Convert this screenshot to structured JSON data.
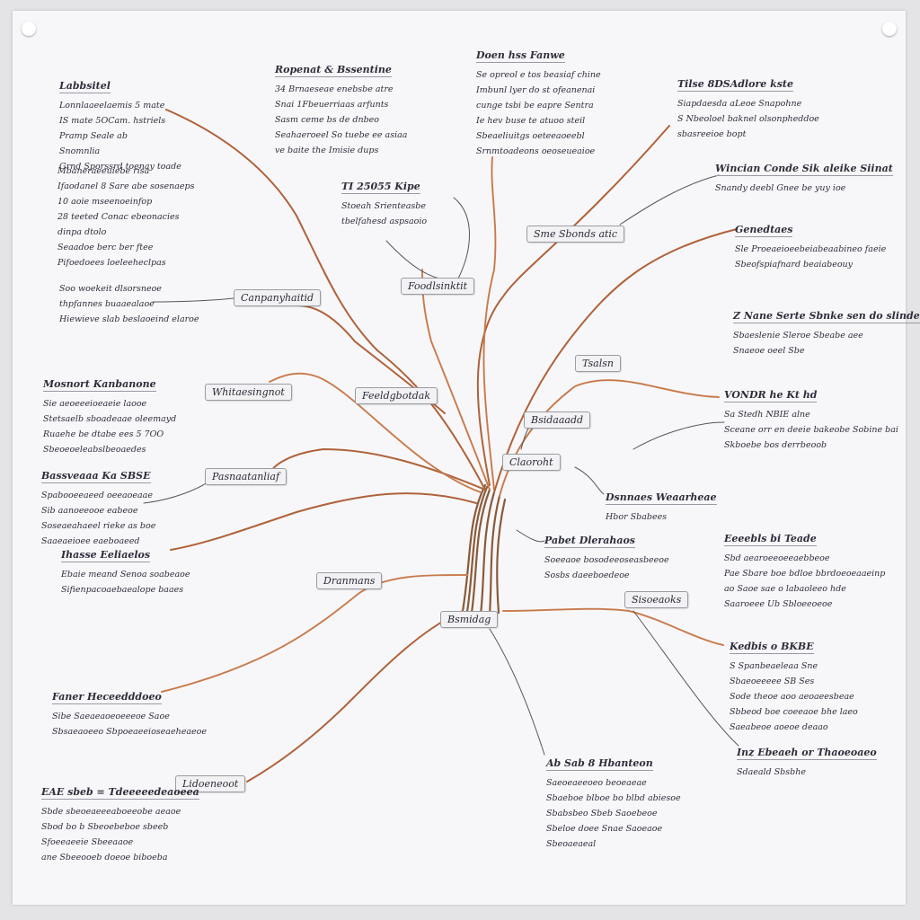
{
  "colors": {
    "branch_main": "#b0623a",
    "branch_light": "#d48a5c",
    "trunk": "#8a5a3a",
    "connector": "#55555f",
    "label_border": "#9b9ba4",
    "ink": "#2e2e3c"
  },
  "center": {
    "label": "Bsmidag"
  },
  "label_boxes": [
    {
      "id": "upper-mid",
      "text": "Foodlsinktit"
    },
    {
      "id": "top-right",
      "text": "Sme Sbonds atic"
    },
    {
      "id": "upper-left",
      "text": "Canpanyhaitid"
    },
    {
      "id": "mid-center",
      "text": "Feeldgbotdak"
    },
    {
      "id": "mid-left",
      "text": "Whitaesingnot"
    },
    {
      "id": "right-1",
      "text": "Tsalsn"
    },
    {
      "id": "right-2",
      "text": "Bsidaaadd"
    },
    {
      "id": "right-3",
      "text": "Claoroht"
    },
    {
      "id": "left-1",
      "text": "Pasnaatanliaf"
    },
    {
      "id": "left-2",
      "text": "Dranmans"
    },
    {
      "id": "low-left",
      "text": "Lidoeneoot"
    },
    {
      "id": "low-right",
      "text": "Sisoeaoks"
    }
  ],
  "notes": [
    {
      "id": "n-top-left",
      "title": "Labbsitel",
      "lines": [
        "Lonnlaaeelaemis 5 mate",
        "IS mate 5OCam. hstriels",
        "Pramp Seale ab",
        "Snomnlia",
        "Grnd Sporssrd toenay toade"
      ]
    },
    {
      "id": "n-left-2",
      "title": "",
      "lines": [
        "Mbaneraeeuiebe risa",
        "Ifaodanel 8 Sare abe sosenaeps",
        "10 aoie mseenoeinfop",
        "28 teeted Conac ebeonacies",
        "dinpa dtolo",
        "Seaadoe berc ber ftee",
        "Pifoedoees loeleeheclpas"
      ]
    },
    {
      "id": "n-left-3",
      "title": "",
      "lines": [
        "Soo woekeit dlsorsneoe",
        "thpfannes buaaealaoe",
        "Hiewieve slab beslaoeind elaroe"
      ]
    },
    {
      "id": "n-top-2",
      "title": "Ropenat & Bssentine",
      "lines": [
        "34 Brnaeseae enebsbe atre",
        "Snai 1Fbeuerriaas arfunts",
        "Sasm ceme bs de dnbeo",
        "Seahaeroeel So tuebe ee asiaa",
        "ve baite the Imisie dups"
      ]
    },
    {
      "id": "n-top-mid",
      "title": "TI 25055 Kipe",
      "lines": [
        "Stoeah Srienteasbe",
        "tbelfahesd aspsaoio"
      ]
    },
    {
      "id": "n-top-3",
      "title": "Doen hss Fanwe",
      "lines": [
        "Se opreol e tos beasiaf chine",
        "Imbunl lyer do st ofeanenai",
        "cunge tsbi be eapre Sentra",
        "Ie hev buse te atuoo steil",
        "Sbeaeliuitgs oeteeaoeebl",
        "Srnmtoadeons oeoseueaioe"
      ]
    },
    {
      "id": "n-top-right",
      "title": "Tilse 8DSAdlore kste",
      "lines": [
        "Siapdaesda aLeoe Snapohne",
        "S Nbeoloel baknel olsonpheddoe",
        "sbasreeioe bopt"
      ]
    },
    {
      "id": "n-right-1",
      "title": "Wincian Conde Sik aleike Siinat",
      "lines": [
        "Snandy deebl Gnee be yuy ioe"
      ]
    },
    {
      "id": "n-right-2",
      "title": "Genedtaes",
      "lines": [
        "Sle Proeaeioeebeiabeaabineo faeie",
        "Sbeofspiafnard beaiabeouy"
      ]
    },
    {
      "id": "n-right-3",
      "title": "Z Nane Serte Sbnke sen do slinde",
      "lines": [
        "Sbaeslenie Sleroe Sbeabe aee",
        "Snaeoe oeel Sbe"
      ]
    },
    {
      "id": "n-right-4",
      "title": "VONDR he Kt hd",
      "lines": [
        "Sa Stedh NBIE alne",
        "Sceane orr en deeie bakeobe Sobine bai",
        "Skboebe bos derrbeoob"
      ]
    },
    {
      "id": "n-left-4",
      "title": "Mosnort Kanbanone",
      "lines": [
        "Sie aeoeeeioeaeie laooe",
        "Stetsaelb sboadeaae oleemayd",
        "Ruaehe be dtabe ees 5 7OO",
        "Sbeoeoeleabslbeoaedes"
      ]
    },
    {
      "id": "n-left-5",
      "title": "Bassveaaa Ka SBSE",
      "lines": [
        "Spabooeeaeed oeeaoeaae",
        "Sib aanoeeooe eabeoe",
        "Soseaeahaeel rieke as boe",
        "Saaeaeioee eaeboaeed"
      ]
    },
    {
      "id": "n-left-6",
      "title": "Ihasse Eeliaelos",
      "lines": [
        "Ebaie meand Senoa soabeaoe",
        "Sifienpacoaebaealope baaes"
      ]
    },
    {
      "id": "n-mid-right",
      "title": "Dsnnaes Weaarheae",
      "lines": [
        "Hbor Sbabees"
      ]
    },
    {
      "id": "n-center-low",
      "title": "Pabet Dlerahaos",
      "lines": [
        "Soeeaoe bosodeeoseasbeeoe",
        "Sosbs daeeboedeoe"
      ]
    },
    {
      "id": "n-right-5",
      "title": "Eeeebls bi Teade",
      "lines": [
        "Sbd aearoeeoeeaebbeoe",
        "Pae Sbare boe bdloe bbrdoeoeaaeinp",
        "ao Saoe sae o labaoleeo hde",
        "Saaroeee Ub Sbloeeoeoe"
      ]
    },
    {
      "id": "n-left-7",
      "title": "Faner Heceedddoeo",
      "lines": [
        "Sibe Saeaeaoeoeeeoe Saoe",
        "Sbsaeaoeeo Sbpoeaeeioseaeheaeoe"
      ]
    },
    {
      "id": "n-right-6",
      "title": "Kedbis o BKBE",
      "lines": [
        "S Spanbeaeleaa Sne",
        "Sbaeoeeeee SB Ses",
        "Sode theoe aoo aeoaeesbeae",
        "Sbbeod boe coeeaoe bhe laeo",
        "Saeabeoe aoeoe deaao"
      ]
    },
    {
      "id": "n-right-7",
      "title": "Inz Ebeaeh or Thaoeoaeo",
      "lines": [
        "Sdaeald Sbsbhe"
      ]
    },
    {
      "id": "n-bottom-mid",
      "title": "Ab Sab 8 Hbanteon",
      "lines": [
        "Saeoeaeeoeo beoeaeae",
        "Sbaeboe blboe bo blbd abiesoe",
        "Sbabsbeo Sbeb Saoebeoe",
        "Sbeloe doee Snae Saoeaoe",
        "Sbeoaeaeal"
      ]
    },
    {
      "id": "n-bottom-left",
      "title": "EAE sbeb = Tdeeeeedeaoeea",
      "lines": [
        "Sbde sbeoeaeeeaboeeobe aeaoe",
        "Sbod bo b Sbeoebeboe sbeeb",
        "Sfoeeaeeie Sbeeaaoe",
        "ane Sbeeooeb doeoe biboeba"
      ]
    }
  ]
}
